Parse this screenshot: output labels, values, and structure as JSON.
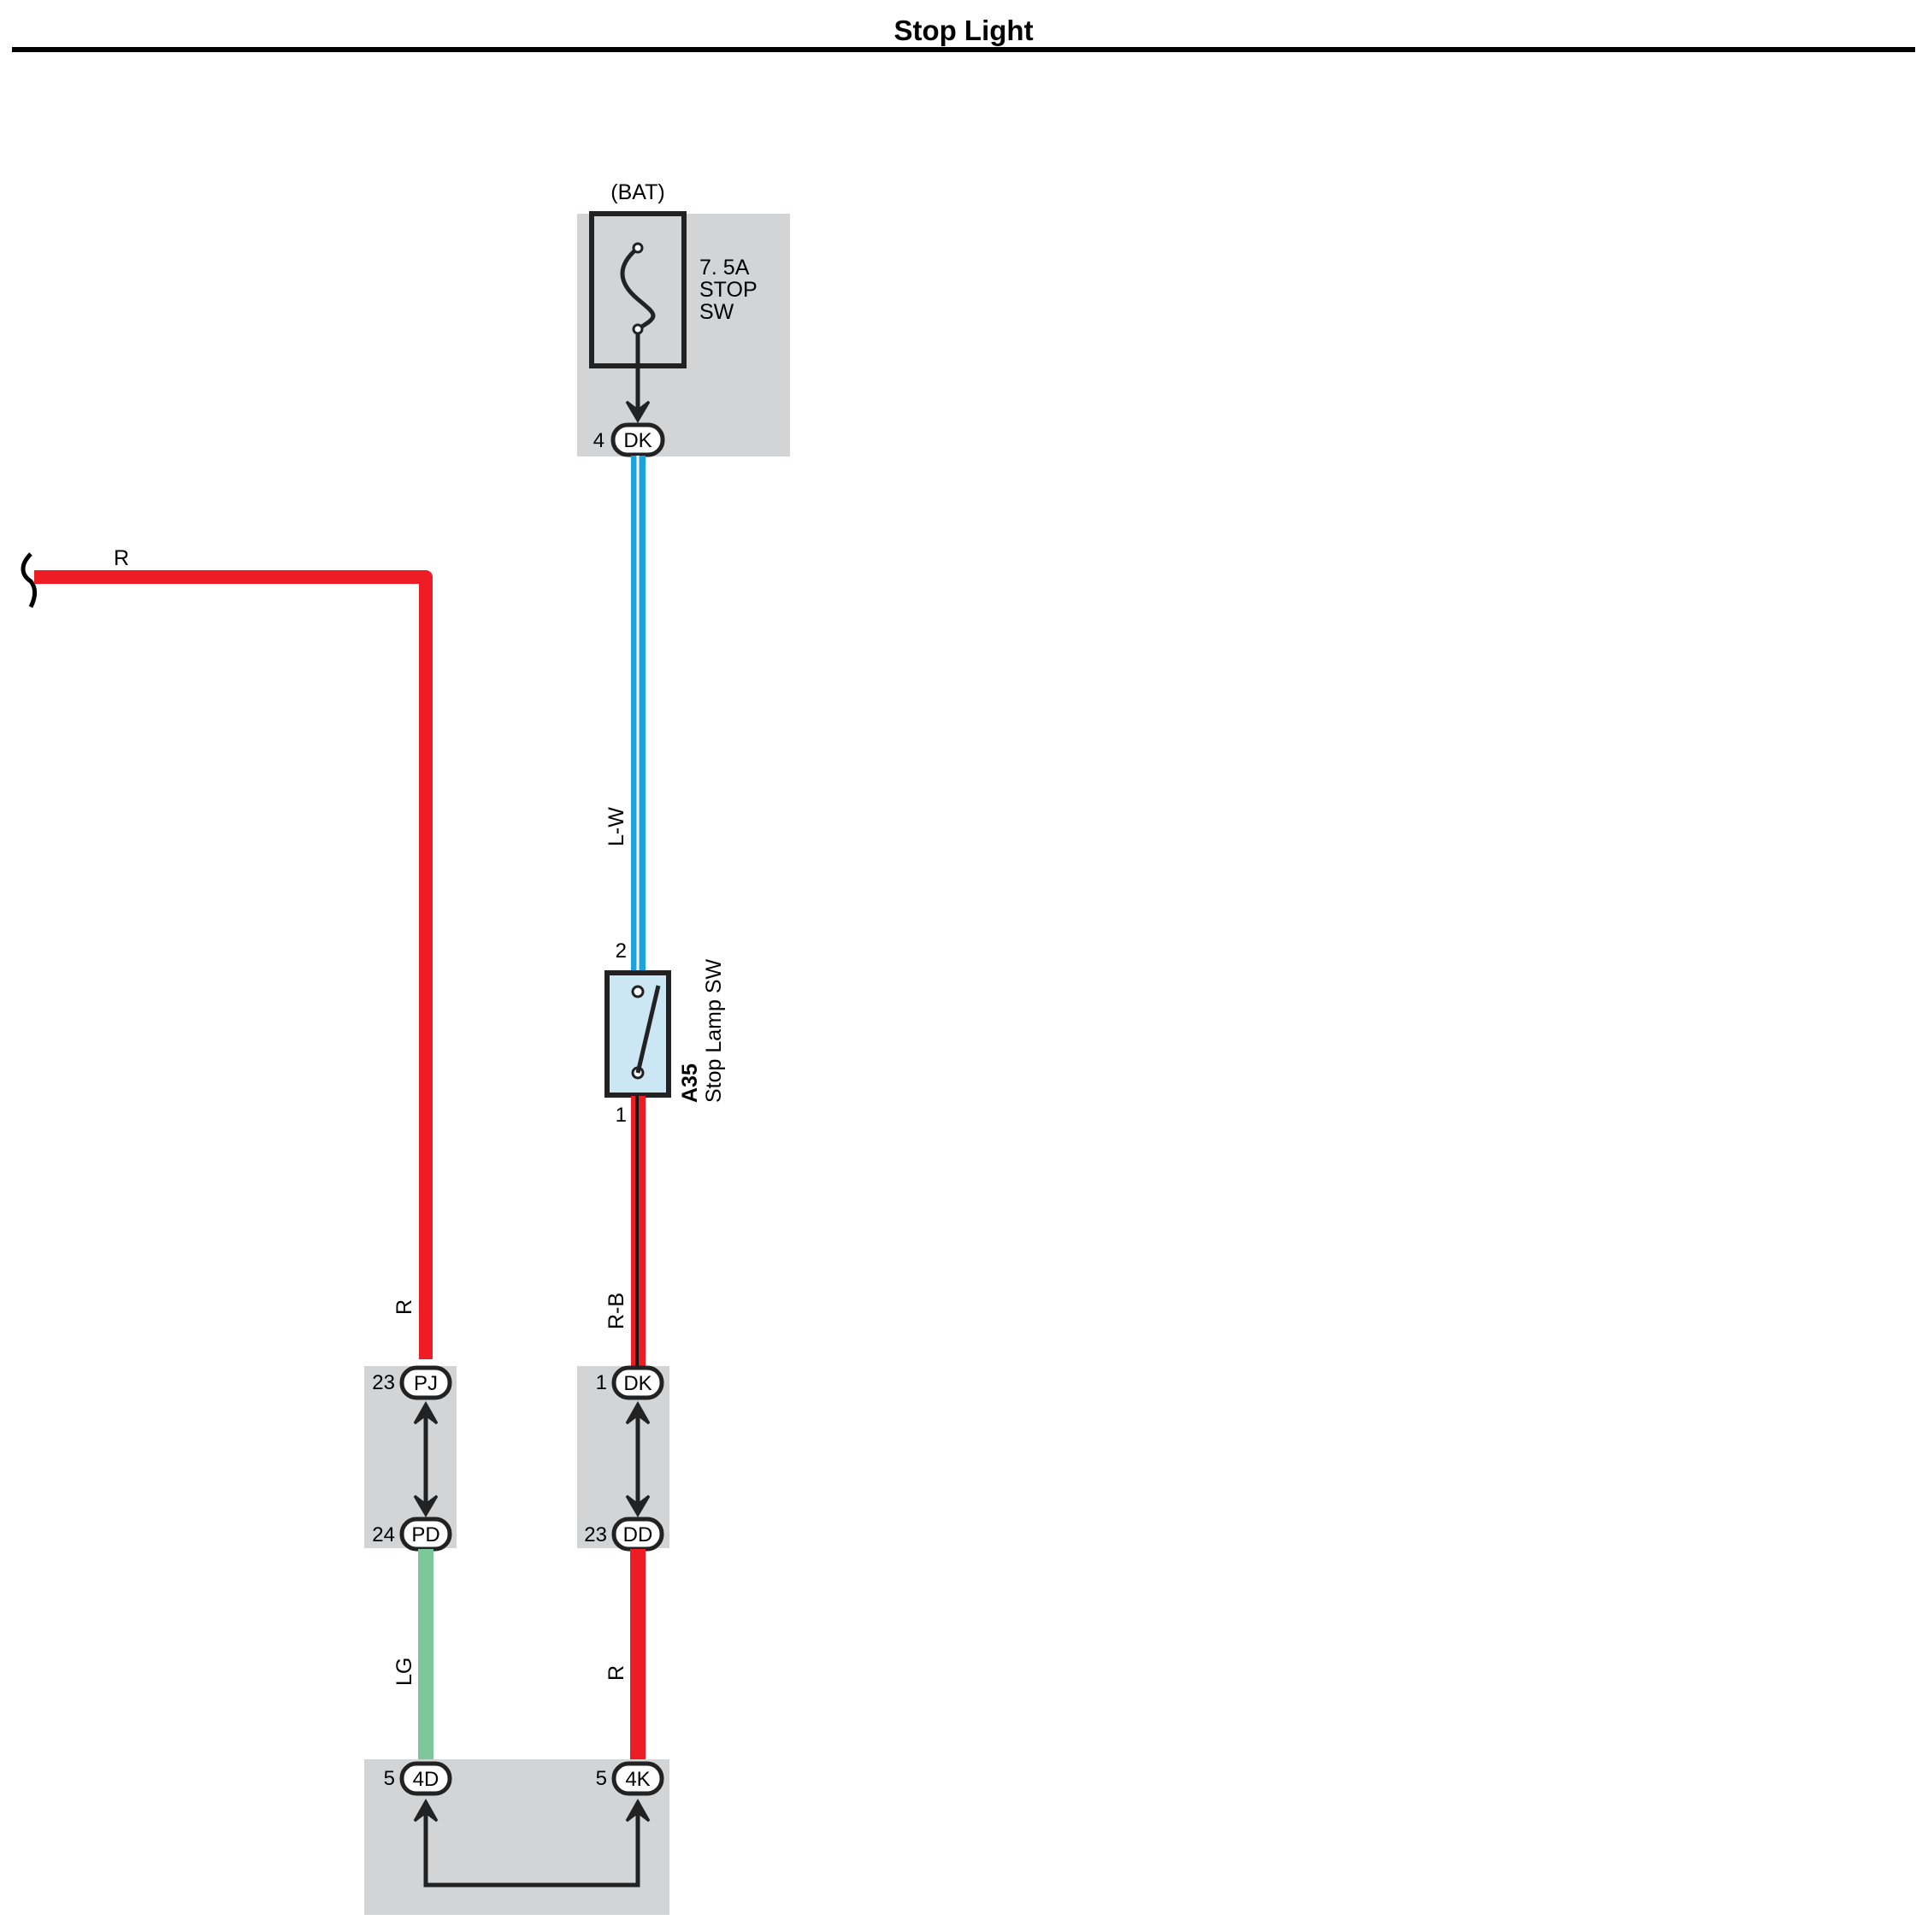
{
  "title": "Stop Light",
  "colors": {
    "red_wire": "#ee1c25",
    "blue_wire": "#1ba3e0",
    "green_wire": "#7dc79b",
    "box_fill": "#d3d4d5",
    "switch_fill": "#cbe7f3"
  },
  "wires": {
    "top_left_red": "R",
    "left_vertical_red": "R",
    "fuse_to_switch": "L-W",
    "switch_to_junction": "R-B",
    "green_bottom": "LG",
    "red_bottom": "R"
  },
  "fuse": {
    "source": "(BAT)",
    "rating": "7. 5A",
    "name_line1": "STOP",
    "name_line2": "SW"
  },
  "switch": {
    "code": "A35",
    "name": "Stop Lamp SW",
    "pin_top": "2",
    "pin_bottom": "1"
  },
  "connectors": {
    "fuse_out": {
      "code": "DK",
      "pin": "4"
    },
    "pj": {
      "code": "PJ",
      "pin": "23"
    },
    "pd": {
      "code": "PD",
      "pin": "24"
    },
    "dk_mid": {
      "code": "DK",
      "pin": "1"
    },
    "dd": {
      "code": "DD",
      "pin": "23"
    },
    "c4d": {
      "code": "4D",
      "pin": "5"
    },
    "c4k": {
      "code": "4K",
      "pin": "5"
    }
  }
}
